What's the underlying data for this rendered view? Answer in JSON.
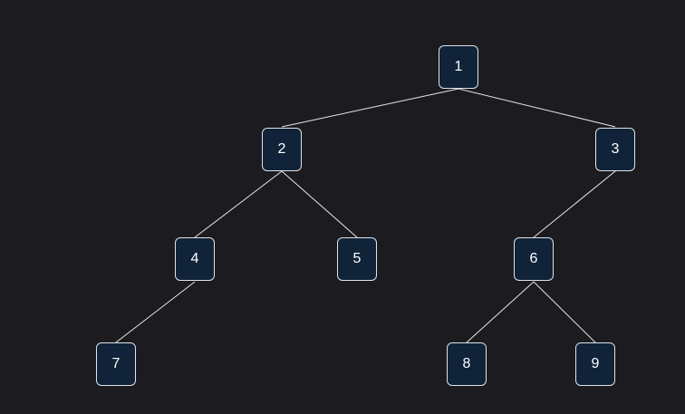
{
  "tree": {
    "nodes": [
      {
        "id": "1",
        "label": "1"
      },
      {
        "id": "2",
        "label": "2"
      },
      {
        "id": "3",
        "label": "3"
      },
      {
        "id": "4",
        "label": "4"
      },
      {
        "id": "5",
        "label": "5"
      },
      {
        "id": "6",
        "label": "6"
      },
      {
        "id": "7",
        "label": "7"
      },
      {
        "id": "8",
        "label": "8"
      },
      {
        "id": "9",
        "label": "9"
      }
    ],
    "edges": [
      {
        "from": "1",
        "to": "2"
      },
      {
        "from": "1",
        "to": "3"
      },
      {
        "from": "2",
        "to": "4"
      },
      {
        "from": "2",
        "to": "5"
      },
      {
        "from": "3",
        "to": "6"
      },
      {
        "from": "4",
        "to": "7"
      },
      {
        "from": "6",
        "to": "8"
      },
      {
        "from": "6",
        "to": "9"
      }
    ]
  },
  "colors": {
    "background": "#1c1c20",
    "node_fill": "#102338",
    "node_border": "#dfe3e8",
    "edge": "#e6e6e6",
    "text": "#ffffff"
  }
}
